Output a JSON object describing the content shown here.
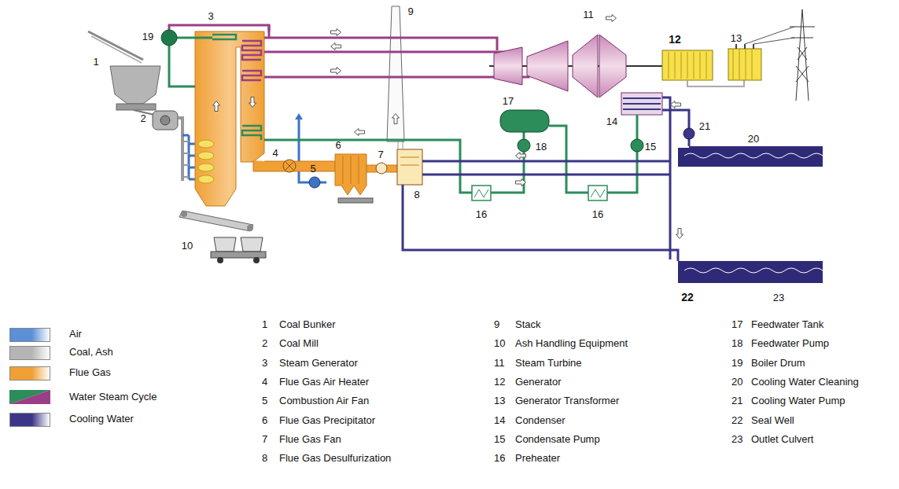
{
  "diagram": {
    "labels": [
      "3",
      "9",
      "11",
      "12",
      "13",
      "19",
      "17",
      "14",
      "1",
      "18",
      "15",
      "21",
      "20",
      "4",
      "5",
      "2",
      "6",
      "7",
      "8",
      "16",
      "16",
      "10",
      "22",
      "23",
      "1",
      "Coal Bunker",
      "2",
      "Coal Mill",
      "3",
      "Steam Generator",
      "4",
      "Flue Gas Air Heater",
      "5",
      "Combustion Air Fan",
      "6",
      "Flue Gas Precipitator",
      "7",
      "Flue Gas Fan",
      "8",
      "Flue Gas Desulfurization",
      "9",
      "Stack",
      "10",
      "Ash Handling Equipment",
      "11",
      "Steam Turbine",
      "12",
      "Generator",
      "13",
      "Generator Transformer",
      "14",
      "Condenser",
      "15",
      "Condensate Pump",
      "16",
      "Preheater",
      "17",
      "Feedwater Tank",
      "18",
      "Feedwater Pump",
      "19",
      "Boiler Drum",
      "20",
      "Cooling Water Cleaning",
      "21",
      "Cooling Water Pump",
      "22",
      "Seal Well",
      "23",
      "Outlet Culvert"
    ],
    "legend": [
      {
        "text": "Air",
        "color": "#5b8fd6"
      },
      {
        "text": "Coal, Ash",
        "color": "#b5b5b5"
      },
      {
        "text": "Flue Gas",
        "color": "#f0a035"
      },
      {
        "text": "Water Steam Cycle"
      },
      {
        "text": "Cooling Water",
        "color": "#3b3686"
      }
    ]
  }
}
